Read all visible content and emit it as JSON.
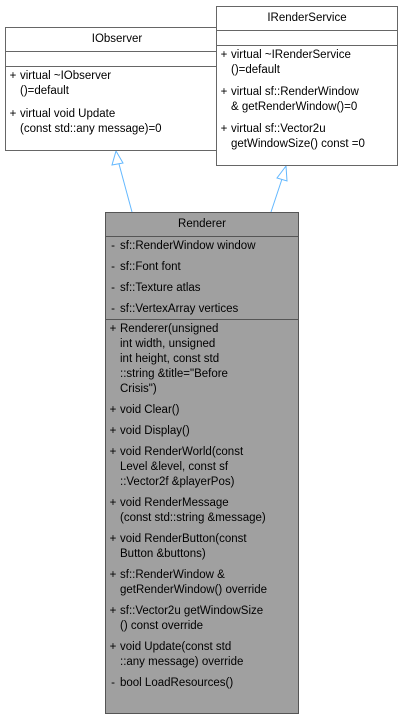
{
  "classes": {
    "iobserver": {
      "name": "IObserver",
      "attributes": [],
      "methods": [
        {
          "vis": "+",
          "text": "virtual ~IObserver\n()=default"
        },
        {
          "vis": "+",
          "text": "virtual void Update\n(const std::any message)=0"
        }
      ]
    },
    "irenderservice": {
      "name": "IRenderService",
      "attributes": [],
      "methods": [
        {
          "vis": "+",
          "text": "virtual ~IRenderService\n()=default"
        },
        {
          "vis": "+",
          "text": "virtual sf::RenderWindow\n& getRenderWindow()=0"
        },
        {
          "vis": "+",
          "text": "virtual sf::Vector2u\ngetWindowSize() const =0"
        }
      ]
    },
    "renderer": {
      "name": "Renderer",
      "attributes": [
        {
          "vis": "-",
          "text": "sf::RenderWindow window"
        },
        {
          "vis": "-",
          "text": "sf::Font font"
        },
        {
          "vis": "-",
          "text": "sf::Texture atlas"
        },
        {
          "vis": "-",
          "text": "sf::VertexArray vertices"
        }
      ],
      "methods": [
        {
          "vis": "+",
          "text": "Renderer(unsigned\nint width, unsigned\nint height, const std\n::string &title=\"Before\nCrisis\")"
        },
        {
          "vis": "+",
          "text": "void Clear()"
        },
        {
          "vis": "+",
          "text": "void Display()"
        },
        {
          "vis": "+",
          "text": "void RenderWorld(const\nLevel &level, const sf\n::Vector2f &playerPos)"
        },
        {
          "vis": "+",
          "text": "void RenderMessage\n(const std::string &message)"
        },
        {
          "vis": "+",
          "text": "void RenderButton(const\nButton &buttons)"
        },
        {
          "vis": "+",
          "text": "sf::RenderWindow &\ngetRenderWindow() override"
        },
        {
          "vis": "+",
          "text": "sf::Vector2u getWindowSize\n() const override"
        },
        {
          "vis": "+",
          "text": "void Update(const std\n::any message) override"
        },
        {
          "vis": "-",
          "text": "bool LoadResources()"
        }
      ]
    }
  },
  "colors": {
    "edge": "#63b8ff",
    "border": "#666666",
    "renderer_fill": "#a0a0a0"
  }
}
